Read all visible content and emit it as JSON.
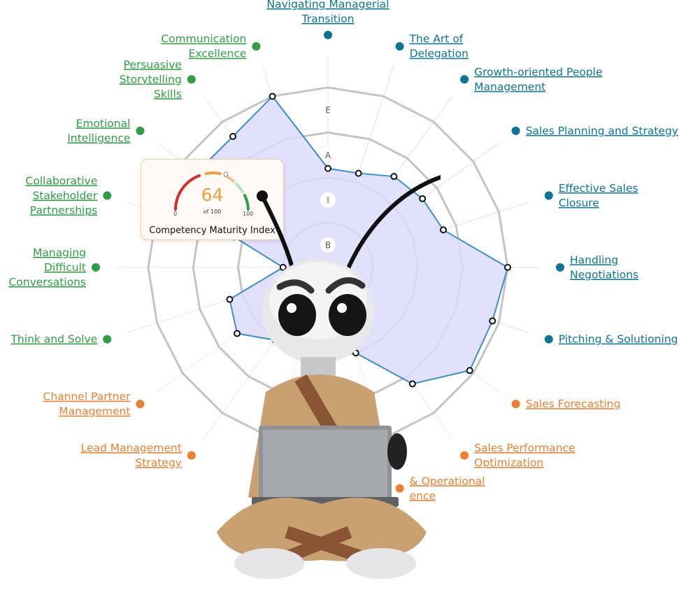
{
  "chart_data": {
    "type": "radar",
    "levels": [
      "B",
      "I",
      "A",
      "E"
    ],
    "axes": [
      {
        "label": [
          "Navigating Managerial",
          "Transition"
        ],
        "group": "teal",
        "value": 2.2
      },
      {
        "label": [
          "The Art of",
          "Delegation"
        ],
        "group": "teal",
        "value": 2.2
      },
      {
        "label": [
          "Growth-oriented People",
          "Management"
        ],
        "group": "teal",
        "value": 2.5
      },
      {
        "label": [
          "Sales Planning and Strategy"
        ],
        "group": "teal",
        "value": 2.6
      },
      {
        "label": [
          "Effective Sales",
          "Closure"
        ],
        "group": "teal",
        "value": 2.7
      },
      {
        "label": [
          "Handling",
          "Negotiations"
        ],
        "group": "teal",
        "value": 4.0
      },
      {
        "label": [
          "Pitching & Solutioning"
        ],
        "group": "teal",
        "value": 3.85
      },
      {
        "label": [
          "Sales Forecasting"
        ],
        "group": "orange",
        "value": 3.9
      },
      {
        "label": [
          "Sales Performance",
          "Optimization"
        ],
        "group": "orange",
        "value": 3.2
      },
      {
        "label": [
          "& Operational",
          "ence"
        ],
        "group": "orange",
        "value": 2.0
      },
      {
        "label": [
          ""
        ],
        "group": "orange",
        "value": 1.0
      },
      {
        "label": [
          ""
        ],
        "group": "orange",
        "value": 1.5
      },
      {
        "label": [
          "Lead Management",
          "Strategy"
        ],
        "group": "orange",
        "value": 2.0
      },
      {
        "label": [
          "Channel Partner",
          "Management"
        ],
        "group": "orange",
        "value": 2.5
      },
      {
        "label": [
          "Think and Solve"
        ],
        "group": "green",
        "value": 2.3
      },
      {
        "label": [
          "Managing",
          "Difficult",
          "Conversations"
        ],
        "group": "green",
        "value": 1.0
      },
      {
        "label": [
          "Collaborative",
          "Stakeholder",
          "Partnerships"
        ],
        "group": "green",
        "value": 2.2
      },
      {
        "label": [
          "Emotional",
          "Intelligence"
        ],
        "group": "green",
        "value": 3.6
      },
      {
        "label": [
          "Persuasive",
          "Storytelling",
          "Skills"
        ],
        "group": "green",
        "value": 3.6
      },
      {
        "label": [
          "Communication",
          "Excellence"
        ],
        "group": "green",
        "value": 4.0
      }
    ],
    "colors": {
      "teal": "#0c7596",
      "green": "#2f9e44",
      "orange": "#f08030",
      "fill": "#dcdcfb",
      "stroke": "#3a8fc8",
      "grid": "#c4c4c4"
    }
  },
  "gauge": {
    "value": "64",
    "of_text": "of 100",
    "min": "0",
    "max": "100",
    "title": "Competency Maturity Index"
  }
}
